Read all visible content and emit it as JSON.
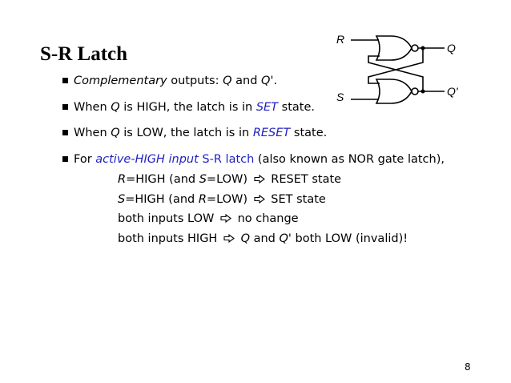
{
  "slide": {
    "title": "S-R Latch",
    "page_number": "8"
  },
  "diagram": {
    "label_r": "R",
    "label_s": "S",
    "label_q": "Q",
    "label_qbar": "Q'"
  },
  "bullets": [
    {
      "a": "Complementary",
      "b": " outputs: ",
      "c": "Q",
      "d": " and ",
      "e": "Q'",
      "f": "."
    },
    {
      "a": "When ",
      "b": "Q",
      "c": " is HIGH, the latch is in ",
      "d": "SET",
      "e": " state."
    },
    {
      "a": "When ",
      "b": "Q",
      "c": " is LOW, the latch is in ",
      "d": "RESET",
      "e": " state."
    },
    {
      "a": "For ",
      "b": "active-HIGH input",
      "c": " S-R latch",
      "d": " (also known as NOR gate latch),"
    }
  ],
  "sub_items": [
    {
      "a": "R",
      "b": "=HIGH (and ",
      "c": "S",
      "d": "=LOW)",
      "e": "RESET state"
    },
    {
      "a": "S",
      "b": "=HIGH (and ",
      "c": "R",
      "d": "=LOW)",
      "e": "SET state"
    },
    {
      "a": "both inputs LOW",
      "b": "no change"
    },
    {
      "a": "both inputs HIGH",
      "b": "Q",
      "c": " and ",
      "d": "Q'",
      "e": " both LOW (invalid)!"
    }
  ],
  "colors": {
    "accent_blue": "#1f1fbf",
    "arrow_icon": "hollow-right-arrow-icon"
  }
}
